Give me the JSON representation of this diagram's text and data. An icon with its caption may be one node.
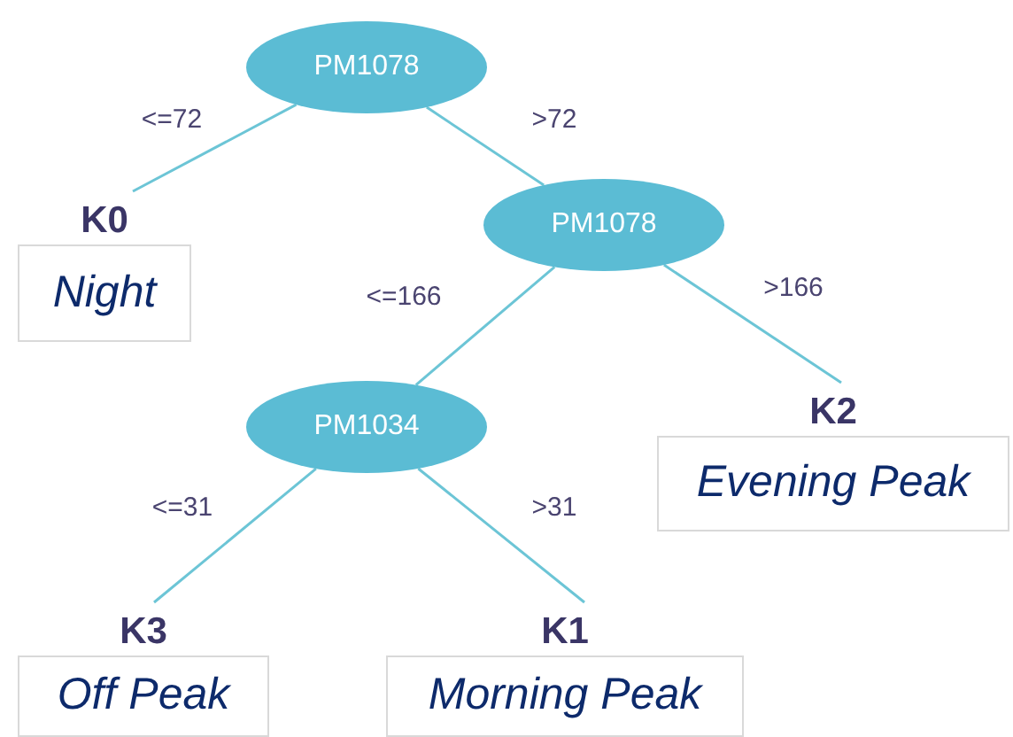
{
  "diagram": {
    "nodes": [
      {
        "text": [
          "PM1078"
        ]
      },
      {
        "text": [
          "PM1078"
        ]
      },
      {
        "text": [
          "PM1034"
        ]
      },
      {
        "text": [
          "K0",
          "Night"
        ]
      },
      {
        "text": [
          "K2",
          "Evening Peak"
        ]
      },
      {
        "text": [
          "K3",
          "Off Peak"
        ]
      },
      {
        "text": [
          "K1",
          "Morning Peak"
        ]
      }
    ],
    "edges": [
      {
        "from": 0,
        "to": 3,
        "arrow": "none",
        "label": "<=72"
      },
      {
        "from": 0,
        "to": 1,
        "arrow": "none",
        "label": ">72"
      },
      {
        "from": 1,
        "to": 2,
        "arrow": "none",
        "label": "<=166"
      },
      {
        "from": 1,
        "to": 4,
        "arrow": "none",
        "label": ">166"
      },
      {
        "from": 2,
        "to": 5,
        "arrow": "none",
        "label": "<=31"
      },
      {
        "from": 2,
        "to": 6,
        "arrow": "none",
        "label": ">31"
      }
    ]
  }
}
